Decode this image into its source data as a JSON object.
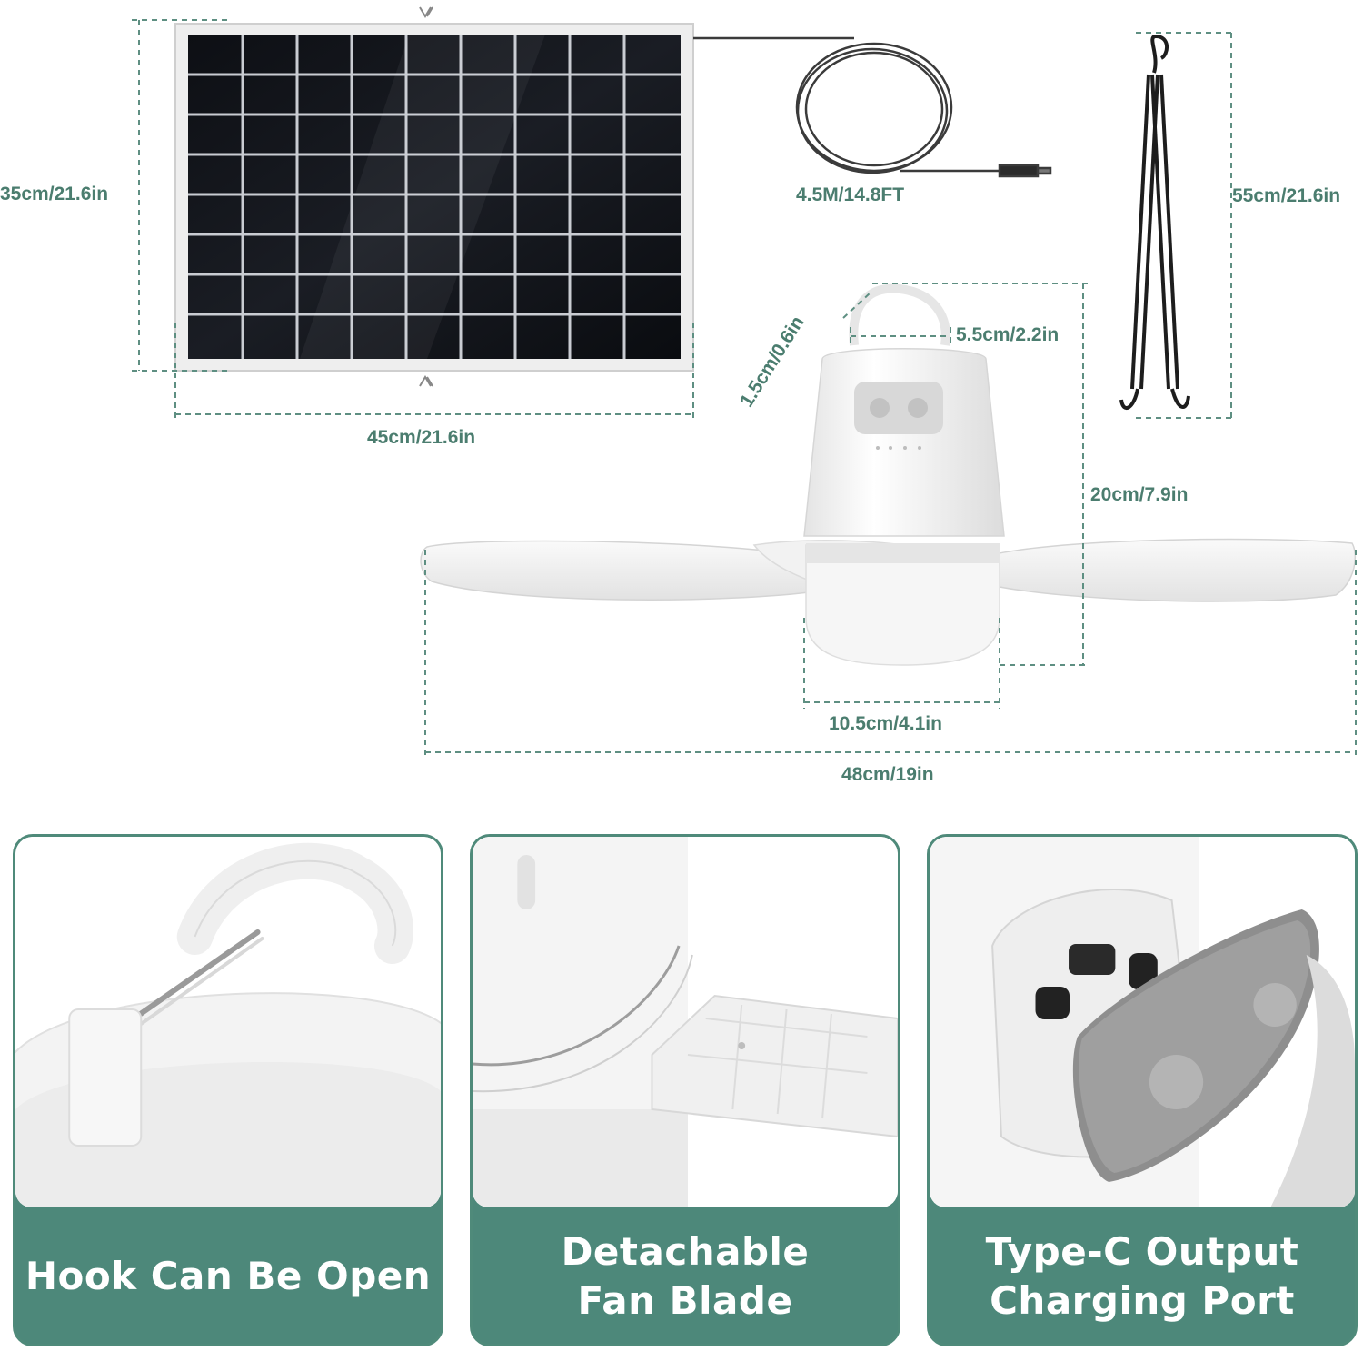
{
  "dimensions": {
    "panel_height": "35cm/21.6in",
    "panel_width": "45cm/21.6in",
    "cable_length": "4.5M/14.8FT",
    "hanger_length": "55cm/21.6in",
    "hook_size": "1.5cm/0.6in",
    "top_diameter": "5.5cm/2.2in",
    "fan_height": "20cm/7.9in",
    "base_diameter": "10.5cm/4.1in",
    "blade_span": "48cm/19in"
  },
  "features": [
    {
      "caption": "Hook Can Be Open"
    },
    {
      "caption": "Detachable\nFan Blade"
    },
    {
      "caption": "Type-C Output\nCharging Port"
    }
  ],
  "colors": {
    "accent": "#4d887a",
    "dimension_text": "#4b7d6f",
    "dimension_line": "#5e8f82"
  }
}
